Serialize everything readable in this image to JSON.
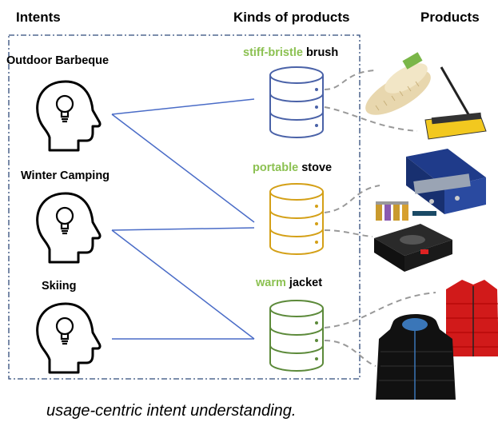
{
  "headers": {
    "intents": "Intents",
    "kinds": "Kinds of products",
    "products": "Products"
  },
  "intents": [
    {
      "label": "Outdoor Barbeque"
    },
    {
      "label": "Winter Camping"
    },
    {
      "label": "Skiing"
    }
  ],
  "kinds": [
    {
      "adjective": "stiff-bristle",
      "noun": "brush",
      "color": "#4a62a8"
    },
    {
      "adjective": "portable",
      "noun": "stove",
      "color": "#d4a017"
    },
    {
      "adjective": "warm",
      "noun": "jacket",
      "color": "#5c8a3a"
    }
  ],
  "caption": "usage-centric intent understanding.",
  "colors": {
    "link_line": "#4a6cc7",
    "dashed_box": "#2f4a7a",
    "dashed_link": "#999999",
    "adjective": "#8cc152"
  },
  "icons": [
    "head-lightbulb-icon",
    "database-icon",
    "brush-image",
    "broom-image",
    "camping-stove-image",
    "gas-canisters-image",
    "portable-burner-image",
    "red-vest-image",
    "black-jacket-image"
  ]
}
